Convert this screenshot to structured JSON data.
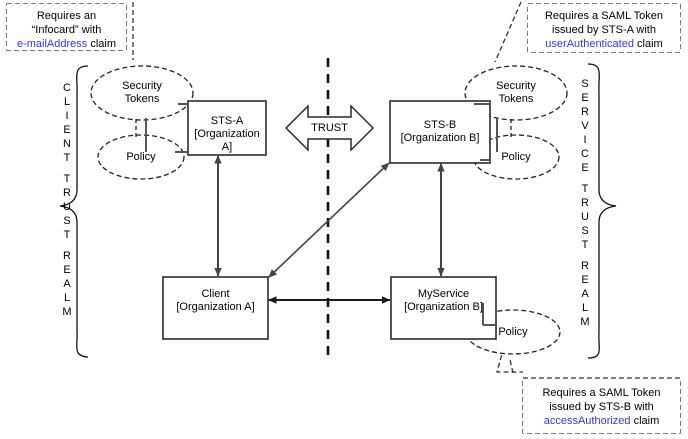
{
  "diagram": {
    "title": "Federated Trust Realms STS Diagram",
    "colors": {
      "claim_blue": "#3333ff",
      "line_black": "#000000",
      "line_gray": "#555555",
      "background": "#ffffff"
    }
  },
  "callouts": [
    {
      "id": "infocard",
      "line1": "Requires an",
      "line2": "“Infocard” with",
      "claim": "e-mailAddress",
      "line3_suffix": " claim"
    },
    {
      "id": "saml-sts-a",
      "line1": "Requires a SAML Token",
      "line2": "issued by STS-A with",
      "claim": "userAuthenticated",
      "line3_suffix": " claim"
    },
    {
      "id": "saml-sts-b",
      "line1": "Requires a SAML Token",
      "line2": "issued by STS-B with",
      "claim": "accessAuthorized",
      "line3_suffix": " claim"
    }
  ],
  "realms": {
    "left": {
      "name": "CLIENT TRUST REALM",
      "letters": [
        "C",
        "L",
        "I",
        "E",
        "N",
        "T",
        "",
        "T",
        "R",
        "U",
        "S",
        "T",
        "",
        "R",
        "E",
        "A",
        "L",
        "M"
      ]
    },
    "right": {
      "name": "SERVICE TRUST REALM",
      "letters": [
        "S",
        "E",
        "R",
        "V",
        "I",
        "C",
        "E",
        "",
        "T",
        "R",
        "U",
        "S",
        "T",
        "",
        "R",
        "E",
        "A",
        "L",
        "M"
      ]
    }
  },
  "nodes": {
    "sts_a": {
      "title": "STS-A",
      "subtitle": "[Organization A]"
    },
    "sts_b": {
      "title": "STS-B",
      "subtitle": "[Organization B]"
    },
    "client": {
      "title": "Client",
      "subtitle": "[Organization A]"
    },
    "myservice": {
      "title": "MyService",
      "subtitle": "[Organization B]"
    }
  },
  "ellipses": {
    "security_tokens_left": {
      "line1": "Security",
      "line2": "Tokens"
    },
    "policy_left": {
      "line1": "Policy"
    },
    "security_tokens_right": {
      "line1": "Security",
      "line2": "Tokens"
    },
    "policy_right": {
      "line1": "Policy"
    },
    "policy_service": {
      "line1": "Policy"
    }
  },
  "trust": {
    "label": "TRUST"
  }
}
